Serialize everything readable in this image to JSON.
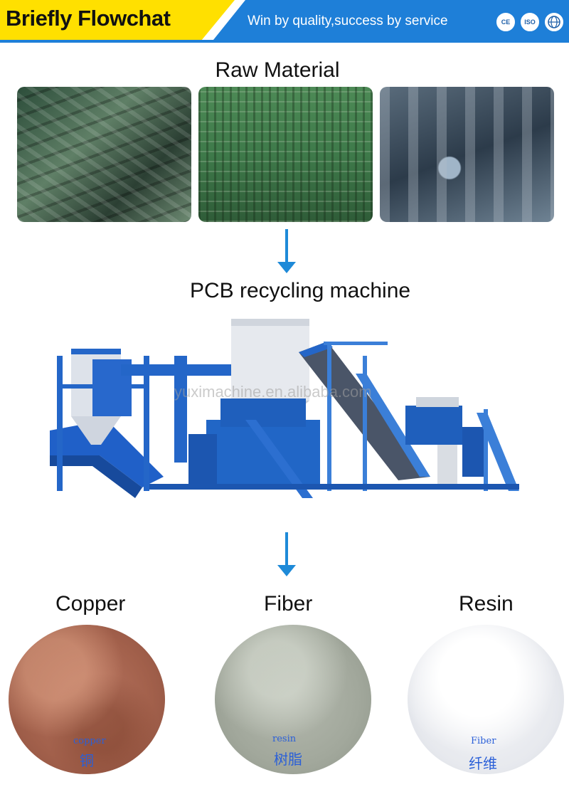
{
  "header": {
    "title": "Briefly Flowchat",
    "slogan": "Win by quality,success by service",
    "certifications": [
      "CE",
      "ISO",
      "globe"
    ]
  },
  "sections": {
    "raw_material": "Raw Material",
    "machine": "PCB recycling machine"
  },
  "raw_photos": [
    "circuit-boards-pile",
    "circuit-board-held",
    "motherboard-closeup"
  ],
  "watermark": "yuximachine.en.alibaba.com",
  "products": [
    {
      "label": "Copper",
      "tag_en": "copper",
      "tag_cn": "铜"
    },
    {
      "label": "Fiber",
      "tag_en": "resin",
      "tag_cn": "树脂"
    },
    {
      "label": "Resin",
      "tag_en": "Fiber",
      "tag_cn": "纤维"
    }
  ],
  "colors": {
    "accent_yellow": "#ffe000",
    "accent_blue": "#1e7fd8",
    "machine_blue": "#1f62c4"
  }
}
